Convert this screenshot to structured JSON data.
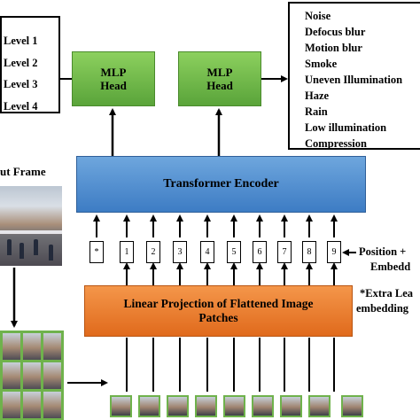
{
  "levels": [
    "Level 1",
    "Level 2",
    "Level 3",
    "Level 4"
  ],
  "mlp_heads": [
    "MLP Head",
    "MLP Head"
  ],
  "noise_types": [
    "Noise",
    "Defocus blur",
    "Motion blur",
    "Smoke",
    "Uneven Illumination",
    "Haze",
    "Rain",
    "Low illumination",
    "Compression"
  ],
  "transformer_label": "Transformer Encoder",
  "linear_projection_label": "Linear Projection of Flattened Image Patches",
  "tokens": [
    "*",
    "1",
    "2",
    "3",
    "4",
    "5",
    "6",
    "7",
    "8",
    "9"
  ],
  "position_label": "Position +",
  "position_label_2": "Embedd",
  "extra_label": "*Extra Lea",
  "extra_label_2": "embedding",
  "input_frame_label": "ut Frame",
  "colors": {
    "mlp": "#6ab446",
    "transformer": "#4f8fd4",
    "projection": "#ee7d2f",
    "patch_border": "#6fb24c"
  }
}
